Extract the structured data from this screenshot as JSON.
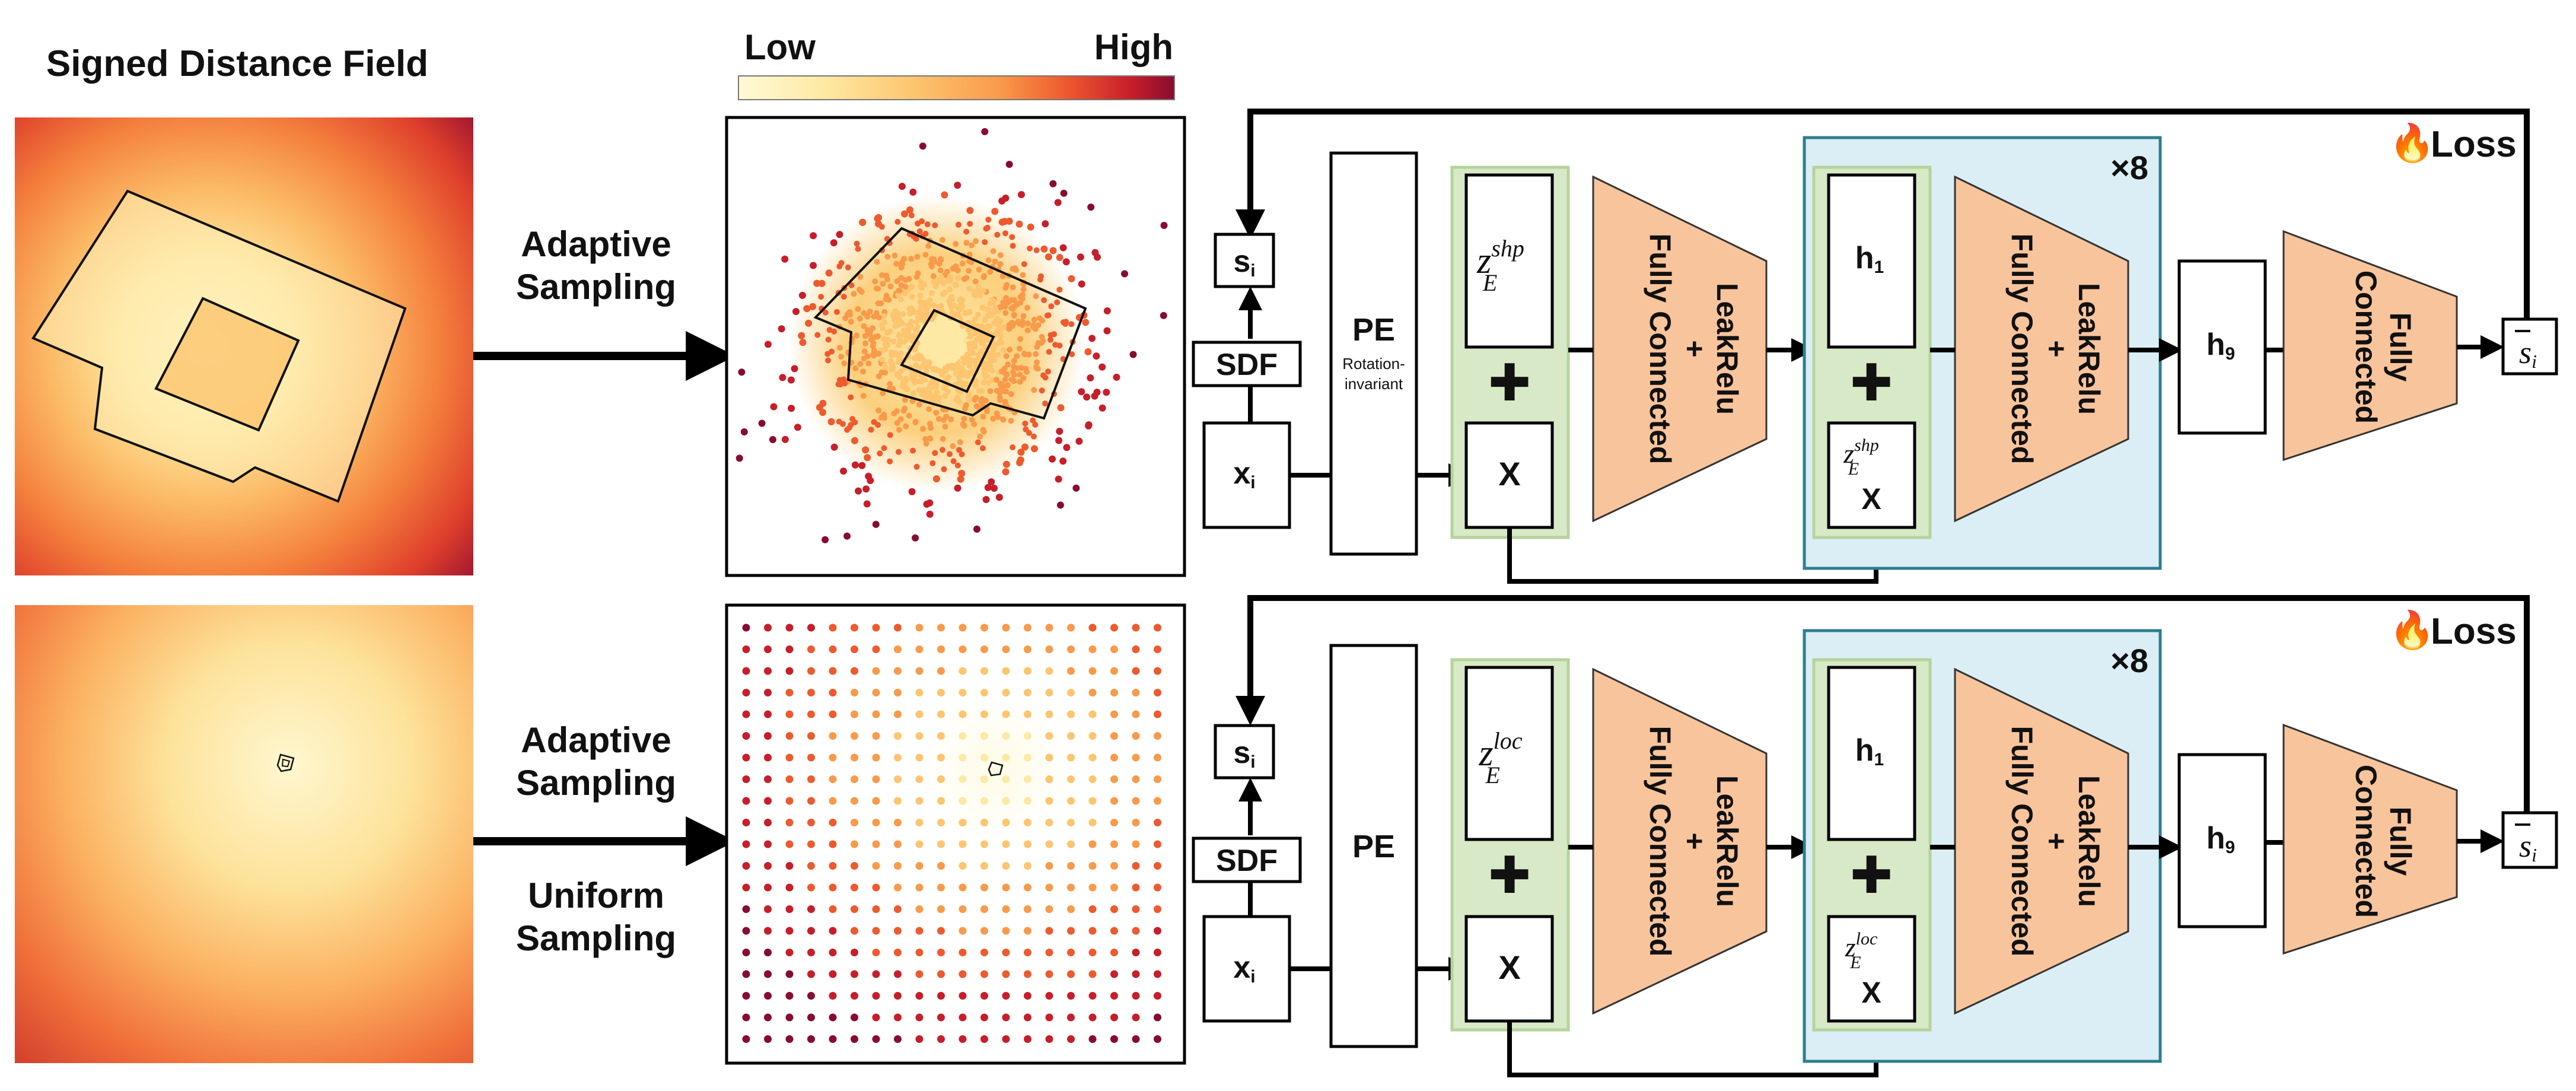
{
  "header": {
    "sdf_title": "Signed Distance Field",
    "colorbar_low": "Low",
    "colorbar_high": "High"
  },
  "colors": {
    "colormap": [
      "#fff9d6",
      "#fde9a3",
      "#fdc56f",
      "#f99a4a",
      "#ee5a2e",
      "#c81e2a",
      "#880c2e"
    ],
    "green_panel": "#d7e9c6",
    "blue_panel": "#dbeef5",
    "orange_block": "#f8c49c",
    "arrow": "#000000"
  },
  "arrows_labels": {
    "top_sampling": [
      "Adaptive",
      "Sampling"
    ],
    "bottom_sampling_1": [
      "Adaptive",
      "Sampling"
    ],
    "bottom_sampling_2": [
      "Uniform",
      "Sampling"
    ]
  },
  "top_row": {
    "si": "s",
    "si_sub": "i",
    "sdf": "SDF",
    "xi": "x",
    "xi_sub": "i",
    "pe": "PE",
    "pe_note": [
      "Rotation-",
      "invariant"
    ],
    "z_main": "z",
    "z_sup": "shp",
    "z_sub": "E",
    "x_label": "X",
    "plus": "✚",
    "fc1": [
      "LeakRelu",
      "+",
      "Fully Connected"
    ],
    "repeat": "×8",
    "h1": "h",
    "h1_sub": "1",
    "inner_z_main": "z",
    "inner_z_sup": "shp",
    "inner_z_sub": "E",
    "inner_x": "X",
    "fc2": [
      "LeakRelu",
      "+",
      "Fully Connected"
    ],
    "h9": "h",
    "h9_sub": "9",
    "fc3": [
      "Fully",
      "Connected"
    ],
    "out_main": "s",
    "out_sub": "i",
    "loss_icon": "fire-icon",
    "loss": "Loss"
  },
  "bottom_row": {
    "si": "s",
    "si_sub": "i",
    "sdf": "SDF",
    "xi": "x",
    "xi_sub": "i",
    "pe": "PE",
    "z_main": "z",
    "z_sup": "loc",
    "z_sub": "E",
    "x_label": "X",
    "plus": "✚",
    "fc1": [
      "LeakRelu",
      "+",
      "Fully Connected"
    ],
    "repeat": "×8",
    "h1": "h",
    "h1_sub": "1",
    "inner_z_main": "z",
    "inner_z_sup": "loc",
    "inner_z_sub": "E",
    "inner_x": "X",
    "fc2": [
      "LeakRelu",
      "+",
      "Fully Connected"
    ],
    "h9": "h",
    "h9_sub": "9",
    "fc3": [
      "Fully",
      "Connected"
    ],
    "out_main": "s",
    "out_sub": "i",
    "loss_icon": "fire-icon",
    "loss": "Loss"
  }
}
